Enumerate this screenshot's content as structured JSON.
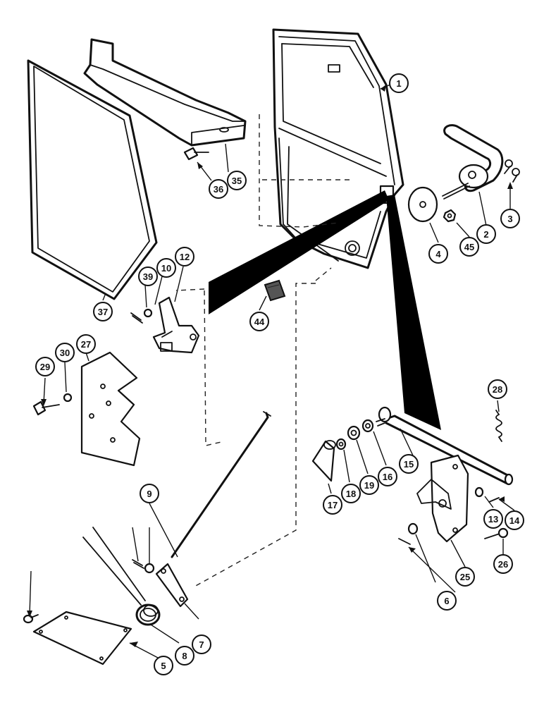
{
  "callouts": [
    "1",
    "2",
    "3",
    "4",
    "45",
    "35",
    "36",
    "37",
    "39",
    "10",
    "12",
    "44",
    "29",
    "30",
    "27",
    "28",
    "9",
    "15",
    "16",
    "19",
    "18",
    "17",
    "13",
    "14",
    "25",
    "26",
    "6",
    "7",
    "8",
    "5"
  ]
}
